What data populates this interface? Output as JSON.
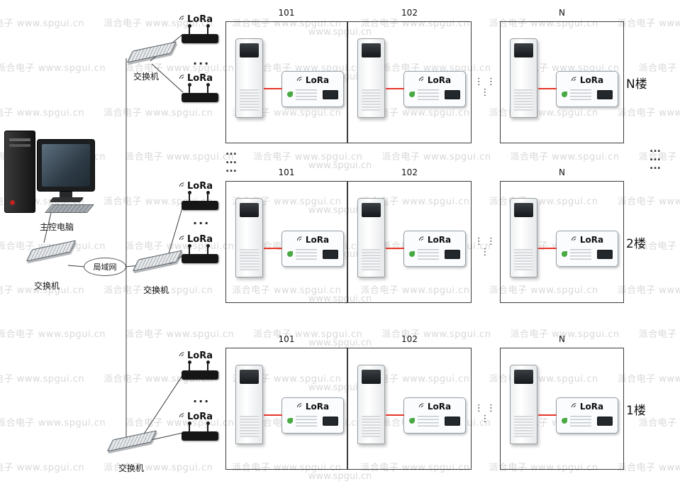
{
  "watermark": {
    "row": "派合电子 www.spgui.cn　　派合电子 www.spgui.cn　　派合电子 www.spgui.cn　　派合电子 www.spgui.cn　　派合电子 www.spgui.cn　　派合电子 www.spgui.cn",
    "center": "www.spgui.cn"
  },
  "labels": {
    "lora": "LoRa",
    "computer": "主控电脑",
    "switch": "交换机",
    "lan": "局域网",
    "ellipsis": "...",
    "dots_v": "⋮ ⋮ ⋮"
  },
  "floors": [
    {
      "name": "N楼",
      "rooms": [
        "101",
        "102",
        "N"
      ]
    },
    {
      "name": "2楼",
      "rooms": [
        "101",
        "102",
        "N"
      ]
    },
    {
      "name": "1楼",
      "rooms": [
        "101",
        "102",
        "N"
      ]
    }
  ],
  "colors": {
    "signal_line": "#e53528",
    "wire": "#3a3a3a",
    "watermark": "#d8d8d8"
  }
}
